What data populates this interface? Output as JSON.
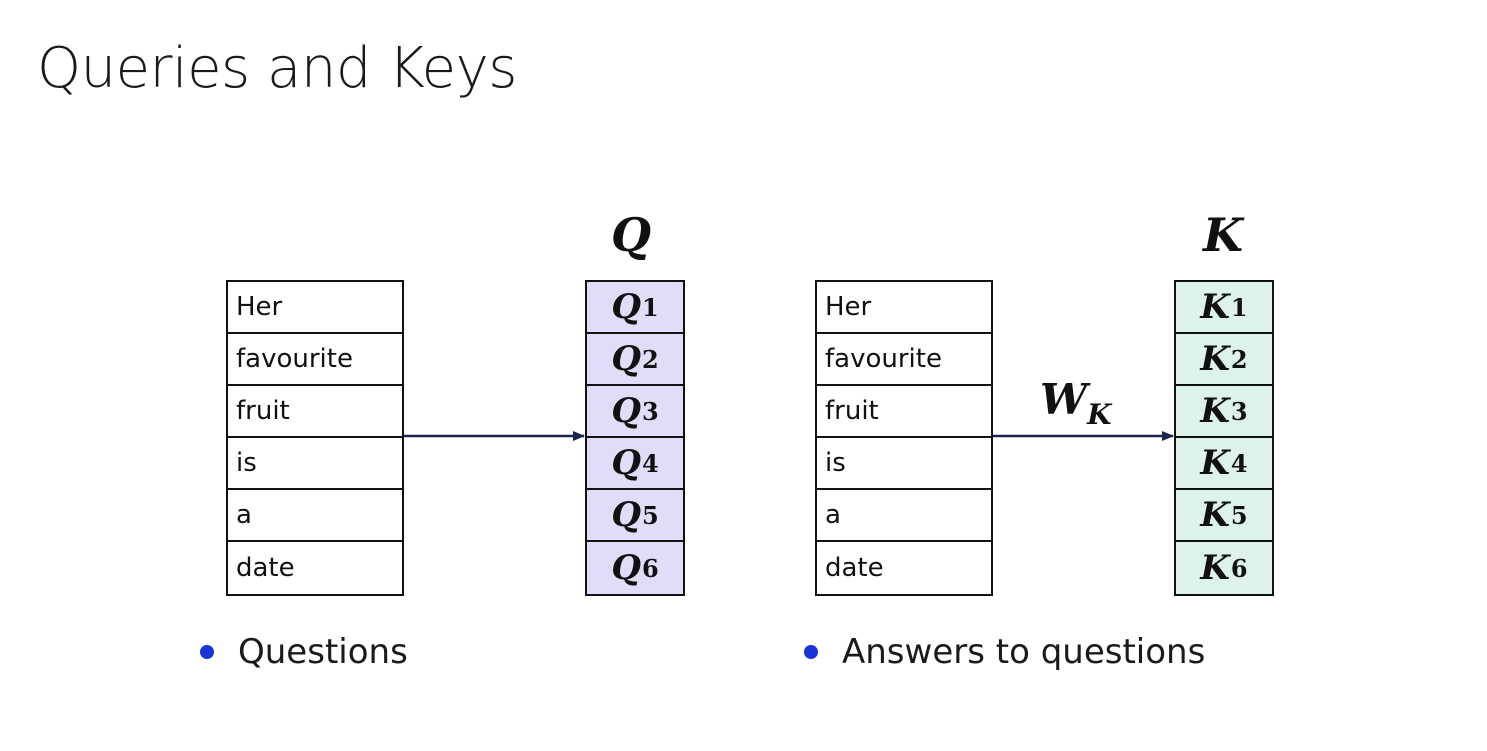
{
  "title": "Queries and Keys",
  "words": [
    "Her",
    "favourite",
    "fruit",
    "is",
    "a",
    "date"
  ],
  "queries": {
    "label": "Q",
    "cells": [
      {
        "sym": "Q",
        "sub": "1"
      },
      {
        "sym": "Q",
        "sub": "2"
      },
      {
        "sym": "Q",
        "sub": "3"
      },
      {
        "sym": "Q",
        "sub": "4"
      },
      {
        "sym": "Q",
        "sub": "5"
      },
      {
        "sym": "Q",
        "sub": "6"
      }
    ],
    "fill": "#e3dcf8",
    "bullet": "Questions"
  },
  "keys": {
    "label": "K",
    "cells": [
      {
        "sym": "K",
        "sub": "1"
      },
      {
        "sym": "K",
        "sub": "2"
      },
      {
        "sym": "K",
        "sub": "3"
      },
      {
        "sym": "K",
        "sub": "4"
      },
      {
        "sym": "K",
        "sub": "5"
      },
      {
        "sym": "K",
        "sub": "6"
      }
    ],
    "fill": "#dcf2ea",
    "weight": {
      "sym": "W",
      "sub": "K"
    },
    "bullet": "Answers to questions"
  },
  "colors": {
    "arrow": "#1c2450",
    "bullet": "#1a33d6"
  }
}
